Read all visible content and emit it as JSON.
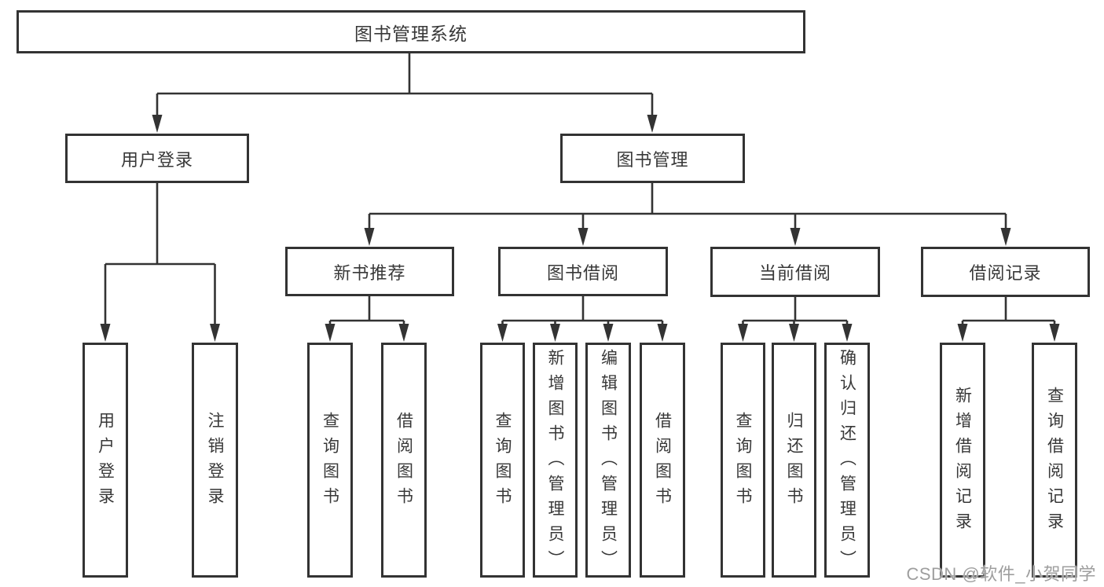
{
  "diagram": {
    "root": {
      "label": "图书管理系统"
    },
    "level2": [
      {
        "label": "用户登录"
      },
      {
        "label": "图书管理"
      }
    ],
    "level3": [
      {
        "label": "新书推荐"
      },
      {
        "label": "图书借阅"
      },
      {
        "label": "当前借阅"
      },
      {
        "label": "借阅记录"
      }
    ],
    "leaves": {
      "login": [
        "用户登录",
        "注销登录"
      ],
      "recommend": [
        "查询图书",
        "借阅图书"
      ],
      "borrow": [
        "查询图书",
        "新增图书（管理员）",
        "编辑图书（管理员）",
        "借阅图书"
      ],
      "current": [
        "查询图书",
        "归还图书",
        "确认归还（管理员）"
      ],
      "records": [
        "新增借阅记录",
        "查询借阅记录"
      ]
    }
  },
  "watermark": {
    "text": "CSDN @软件_小贺同学"
  },
  "colors": {
    "line": "#333333",
    "text": "#383838",
    "watermark": "#9e9e9e",
    "background": "#ffffff"
  }
}
